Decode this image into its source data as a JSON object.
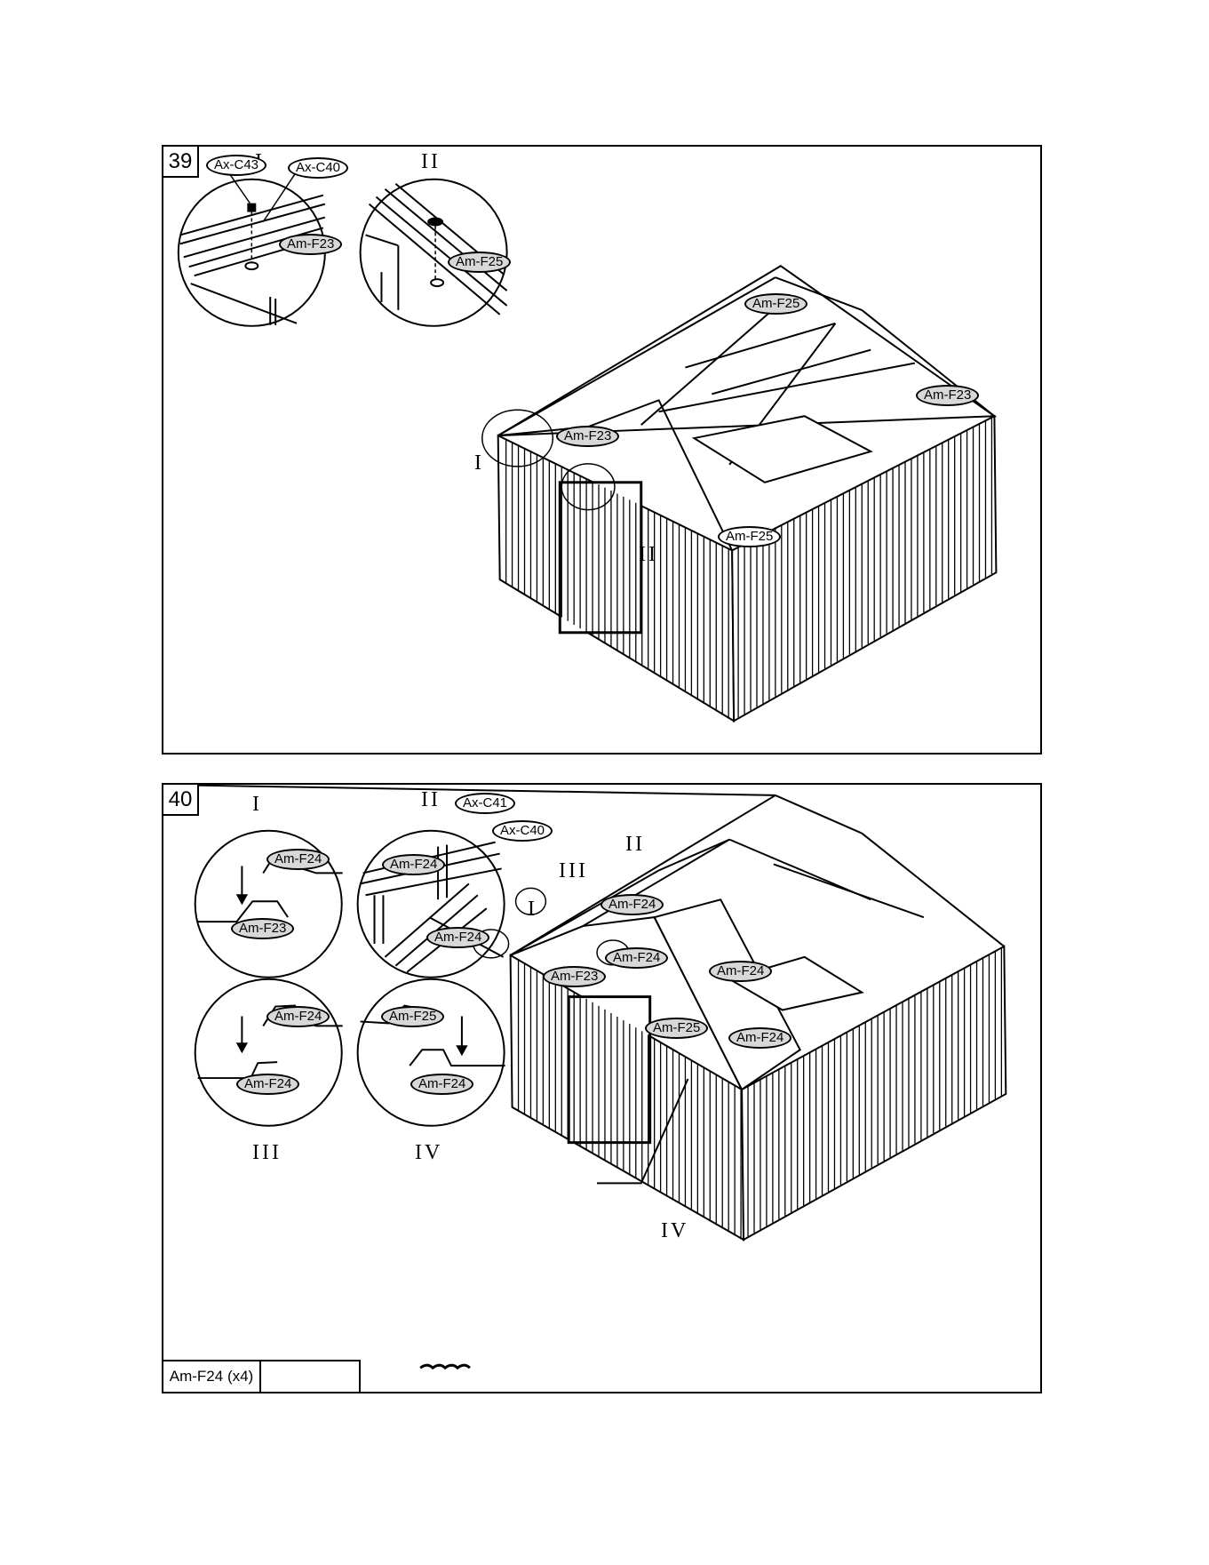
{
  "step39": {
    "number": "39",
    "labels": {
      "c43": "Ax-C43",
      "c40": "Ax-C40",
      "f23_detail": "Am-F23",
      "f25_detail": "Am-F25",
      "f25_top": "Am-F25",
      "f23_right": "Am-F23",
      "f23_left": "Am-F23",
      "f25_front": "Am-F25"
    },
    "roman": {
      "d1": "I",
      "d2": "II",
      "m1": "I",
      "m2": "II"
    }
  },
  "step40": {
    "number": "40",
    "labels": {
      "d1_f24": "Am-F24",
      "d1_f23": "Am-F23",
      "c41": "Ax-C41",
      "c40": "Ax-C40",
      "d2_f24a": "Am-F24",
      "d2_f24b": "Am-F24",
      "d3_f24a": "Am-F24",
      "d3_f24b": "Am-F24",
      "d4_f25": "Am-F25",
      "d4_f24": "Am-F24",
      "m_f24a": "Am-F24",
      "m_f24b": "Am-F24",
      "m_f24c": "Am-F24",
      "m_f23": "Am-F23",
      "m_f25": "Am-F25",
      "m_f24d": "Am-F24"
    },
    "roman": {
      "d1": "I",
      "d2": "II",
      "d3": "III",
      "d4": "IV",
      "m1": "I",
      "m2": "II",
      "m3": "III",
      "m4": "IV"
    },
    "legend": {
      "part": "Am-F24 (x4)"
    }
  }
}
